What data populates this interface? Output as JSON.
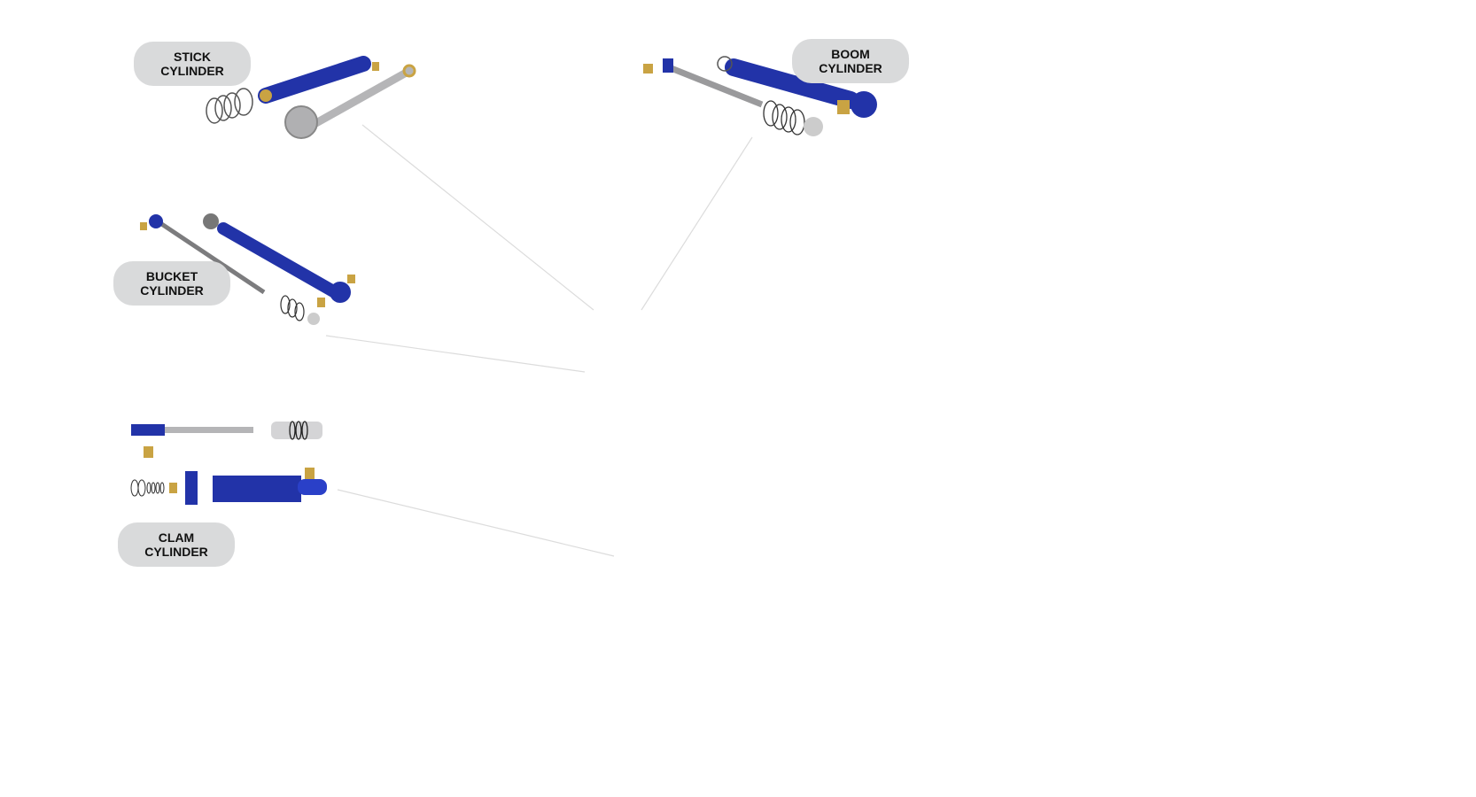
{
  "labels": {
    "stick": {
      "line1": "STICK",
      "line2": "CYLINDER"
    },
    "boom": {
      "line1": "BOOM",
      "line2": "CYLINDER"
    },
    "bucket": {
      "line1": "BUCKET",
      "line2": "CYLINDER"
    },
    "clam": {
      "line1": "CLAM",
      "line2": "CYLINDER"
    }
  },
  "colors": {
    "cylinder_blue": "#2233a8",
    "rod_gray": "#a9a9ab",
    "brass": "#c9a343",
    "label_bg": "#d9dadb",
    "leader_line": "#dcdcdc"
  }
}
